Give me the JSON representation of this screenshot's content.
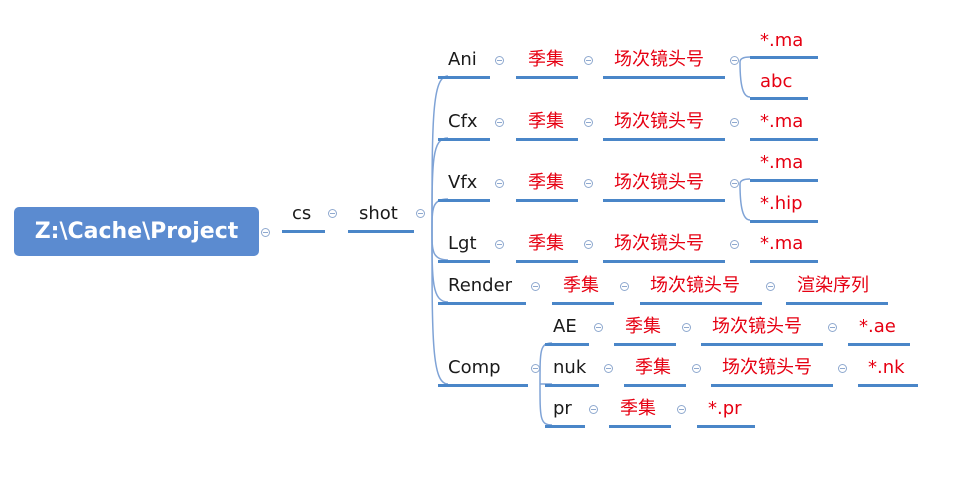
{
  "mindmap": {
    "root": "Z:\\Cache\\Project",
    "level1": "cs",
    "level2": "shot",
    "season": "季集",
    "scene_shot": "场次镜头号",
    "branches": {
      "ani": {
        "label": "Ani",
        "files": [
          "*.ma",
          "abc"
        ]
      },
      "cfx": {
        "label": "Cfx",
        "files": [
          "*.ma"
        ]
      },
      "vfx": {
        "label": "Vfx",
        "files": [
          "*.ma",
          "*.hip"
        ]
      },
      "lgt": {
        "label": "Lgt",
        "files": [
          "*.ma"
        ]
      },
      "render": {
        "label": "Render",
        "leaf": "渲染序列"
      },
      "comp": {
        "label": "Comp",
        "ae": {
          "label": "AE",
          "file": "*.ae"
        },
        "nuk": {
          "label": "nuk",
          "file": "*.nk"
        },
        "pr": {
          "label": "pr",
          "file": "*.pr"
        }
      }
    }
  }
}
